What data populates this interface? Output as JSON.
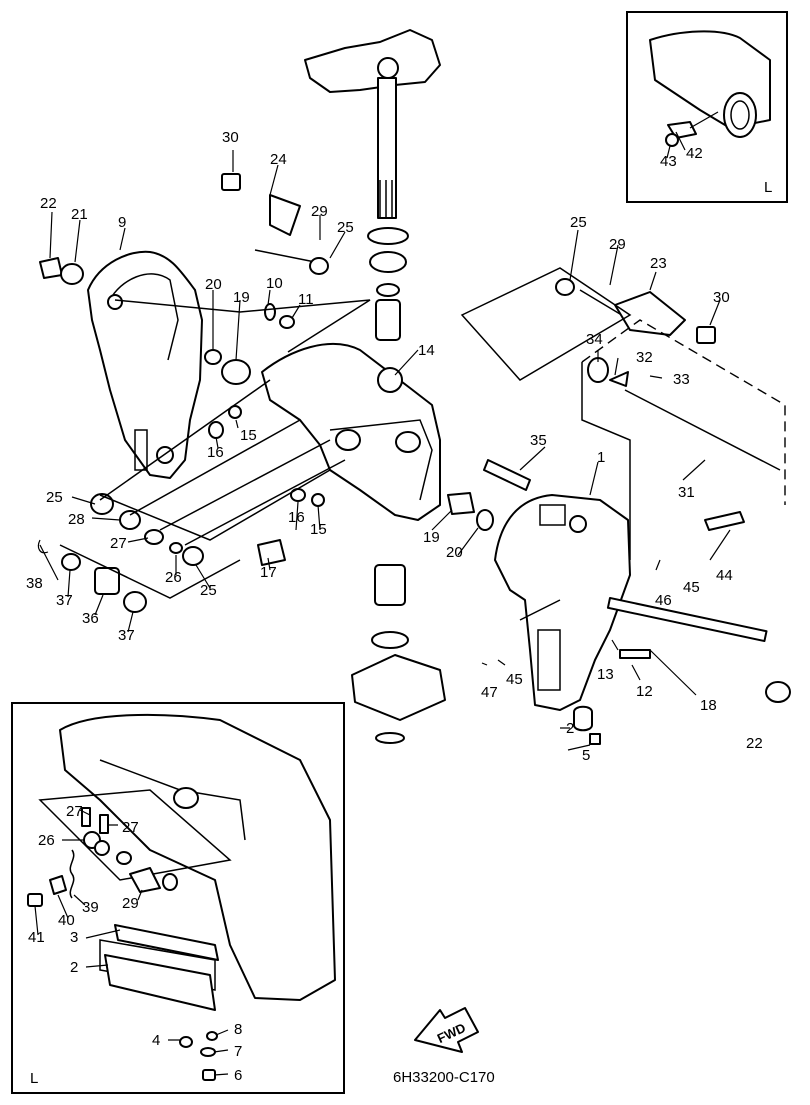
{
  "diagram": {
    "code": "6H33200-C170",
    "fwd_label": "FWD",
    "inset_top_label": "L",
    "inset_bottom_label": "L",
    "callouts": {
      "c1": "1",
      "c2a": "2",
      "c5": "5",
      "c12": "12",
      "c13": "13",
      "c18": "18",
      "c22b": "22",
      "c44": "44",
      "c45a": "45",
      "c46": "46",
      "c45b": "45",
      "c47": "47",
      "c35": "35",
      "c31": "31",
      "c34": "34",
      "c32": "32",
      "c33": "33",
      "c25b": "25",
      "c29b": "29",
      "c23": "23",
      "c30b": "30",
      "c14": "14",
      "c19b": "19",
      "c20b": "20",
      "c30a": "30",
      "c24": "24",
      "c29a": "29",
      "c25a": "25",
      "c22a": "22",
      "c21": "21",
      "c9": "9",
      "c20a": "20",
      "c19a": "19",
      "c10": "10",
      "c11": "11",
      "c16a": "16",
      "c15a": "15",
      "c16b": "16",
      "c15b": "15",
      "c17": "17",
      "c25c": "25",
      "c28": "28",
      "c27a": "27",
      "c38": "38",
      "c26a": "26",
      "c25d": "25",
      "c37a": "37",
      "c36": "36",
      "c37b": "37",
      "c42": "42",
      "c43": "43",
      "c27b": "27",
      "c26b": "26",
      "c27c": "27",
      "c39": "39",
      "c29c": "29",
      "c40": "40",
      "c41": "41",
      "c3": "3",
      "c2b": "2",
      "c4": "4",
      "c8": "8",
      "c7": "7",
      "c6": "6"
    }
  }
}
